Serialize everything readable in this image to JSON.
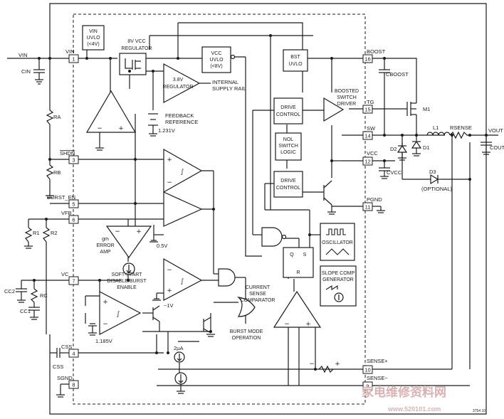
{
  "labels": {
    "vin_ext": "VIN",
    "cin": "CIN",
    "ra": "RA",
    "rb": "RB",
    "shdn_ext": "SHDN",
    "burst_en_ext": "BURST_EN",
    "vfb_ext": "VFB",
    "r1": "R1",
    "r2": "R2",
    "vc_ext": "VC",
    "cc2": "CC2",
    "rc": "RC",
    "cc1": "CC1",
    "css_ext": "CSS",
    "css": "CSS",
    "sgnd_ext": "SGND",
    "pin_vin": "VIN",
    "pin_boost": "BOOST",
    "cboost": "CBOOST",
    "pin_tg": "TG",
    "m1": "M1",
    "pin_sw": "SW",
    "l1": "L1",
    "rsense": "RSENSE",
    "vout": "VOUT",
    "cout": "COUT",
    "d2": "D2",
    "d1": "D1",
    "pin_vcc": "VCC",
    "cvcc": "CVCC",
    "d3": "D3",
    "optional": "(OPTIONAL)",
    "pin_pgnd": "PGND",
    "pin_sense_p": "SENSE+",
    "pin_sense_n": "SENSE−",
    "vin_uvlo_1": "VIN",
    "vin_uvlo_2": "UVLO",
    "vin_uvlo_3": "(<4V)",
    "reg8v_1": "8V VCC",
    "reg8v_2": "REGULATOR",
    "reg38_1": "3.8V",
    "reg38_2": "REGULATOR",
    "isr_1": "INTERNAL",
    "isr_2": "SUPPLY RAIL",
    "vcc_uvlo_1": "VCC",
    "vcc_uvlo_2": "UVLO",
    "vcc_uvlo_3": "(<8V)",
    "fbref_1": "FEEDBACK",
    "fbref_2": "REFERENCE",
    "fbref_3": "1.231V",
    "bst_uvlo_1": "BST",
    "bst_uvlo_2": "UVLO",
    "drive1_1": "DRIVE",
    "drive1_2": "CONTROL",
    "nol_1": "NOL",
    "nol_2": "SWITCH",
    "nol_3": "LOGIC",
    "drive2_1": "DRIVE",
    "drive2_2": "CONTROL",
    "bsd_1": "BOOSTED",
    "bsd_2": "SWITCH",
    "bsd_3": "DRIVER",
    "gm_1": "gm",
    "gm_2": "ERROR",
    "gm_3": "AMP",
    "v05": "0.5V",
    "v1": "~1V",
    "ss_1": "SOFT-START",
    "ss_2": "DISABLE/BURST",
    "ss_3": "ENABLE",
    "v1185": "1.185V",
    "i2ua": "2µA",
    "burst_1": "BURST MODE",
    "burst_2": "OPERATION",
    "csc_1": "CURRENT",
    "csc_2": "SENSE",
    "csc_3": "COMPARATOR",
    "osc": "OSCILLATOR",
    "slope_1": "SLOPE COMP",
    "slope_2": "GENERATOR",
    "q": "Q",
    "s": "S",
    "r": "R",
    "plus": "+",
    "minus": "−",
    "hyst": "∫",
    "wm_cn": "家电维修资料网",
    "wm_url": "www.520101.com",
    "fig_id": "3754 10"
  },
  "pins": [
    {
      "id": "1",
      "name": "VIN"
    },
    {
      "id": "3",
      "name": "SHDN"
    },
    {
      "id": "5",
      "name": "BURST_EN"
    },
    {
      "id": "6",
      "name": "VFB"
    },
    {
      "id": "7",
      "name": "VC"
    },
    {
      "id": "4",
      "name": "CSS"
    },
    {
      "id": "8",
      "name": "SGND"
    },
    {
      "id": "16",
      "name": "BOOST"
    },
    {
      "id": "15",
      "name": "TG"
    },
    {
      "id": "14",
      "name": "SW"
    },
    {
      "id": "12",
      "name": "VCC"
    },
    {
      "id": "11",
      "name": "PGND"
    },
    {
      "id": "10",
      "name": "SENSE+"
    },
    {
      "id": "9",
      "name": "SENSE−"
    }
  ],
  "colors": {
    "ink": "#1a1a1a",
    "watermark": "#d8b2b2",
    "background": "#ffffff"
  }
}
